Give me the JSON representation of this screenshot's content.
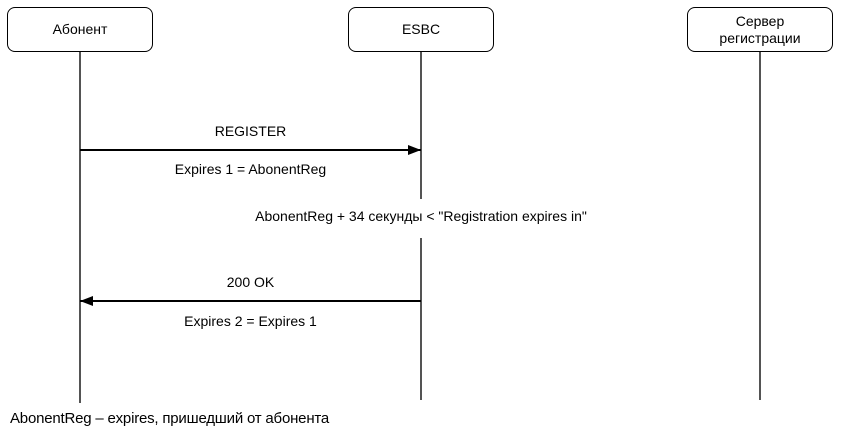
{
  "diagram": {
    "type": "sequence-diagram",
    "colors": {
      "background": "#ffffff",
      "box_border": "#000000",
      "box_fill": "#ffffff",
      "arrow": "#000000",
      "lifeline": "#545454",
      "text": "#000000"
    }
  },
  "actors": [
    {
      "label": "Абонент"
    },
    {
      "label": "ESBC"
    },
    {
      "label": "Сервер\nрегистрации"
    }
  ],
  "messages": [
    {
      "label": "REGISTER",
      "sublabel": "Expires 1 = AbonentReg",
      "from": "Абонент",
      "to": "ESBC",
      "direction": "right"
    },
    {
      "label": "200 OK",
      "sublabel": "Expires 2 = Expires 1",
      "from": "ESBC",
      "to": "Абонент",
      "direction": "left"
    }
  ],
  "annotation": {
    "text": "AbonentReg + 34 секунды < \"Registration expires in\""
  },
  "footnote": {
    "text": "AbonentReg – expires, пришедший от абонента"
  }
}
